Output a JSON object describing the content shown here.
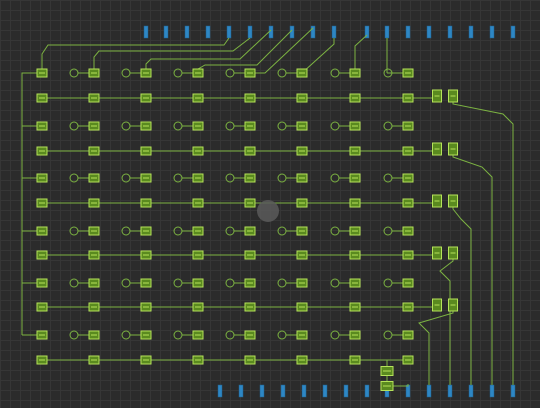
{
  "colors": {
    "background": "#2b2b2b",
    "grid": "#363636",
    "wire": "#7cb342",
    "component_fill": "#5a8a1f",
    "component_border": "#b5e35a",
    "pin": "#2e87c4",
    "pin_dark": "#1f5f8b",
    "cursor": "#5a5a5a"
  },
  "diagram": {
    "component_icon": "chip-icon",
    "pin_icon": "pin-icon",
    "junction_icon": "circle-icon",
    "top_pin_count": 18,
    "bottom_pin_count": 15,
    "grid_rows": 12,
    "grid_columns": 8,
    "output_pairs": 5
  }
}
